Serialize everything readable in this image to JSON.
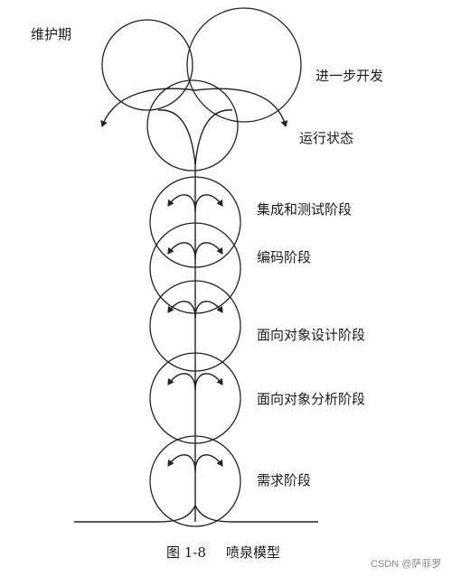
{
  "labels": {
    "maintenance": "维护期",
    "further_development": "进一步开发",
    "operation_state": "运行状态",
    "integration_test": "集成和测试阶段",
    "coding": "编码阶段",
    "oo_design": "面向对象设计阶段",
    "oo_analysis": "面向对象分析阶段",
    "requirements": "需求阶段"
  },
  "caption": {
    "figure_no": "图 1-8",
    "title": "喷泉模型"
  },
  "watermark": "CSDN @萨菲罗"
}
